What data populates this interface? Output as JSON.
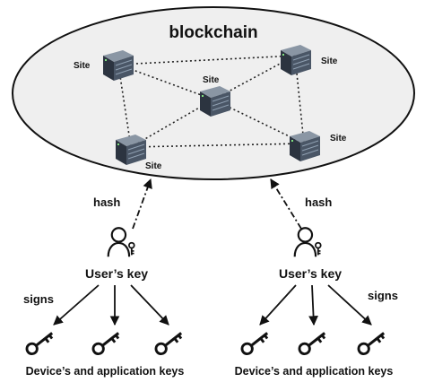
{
  "title": "blockchain",
  "nodes": [
    {
      "id": "n1",
      "label": "Site"
    },
    {
      "id": "n2",
      "label": "Site"
    },
    {
      "id": "n3",
      "label": "Site"
    },
    {
      "id": "n4",
      "label": "Site"
    },
    {
      "id": "n5",
      "label": "Site"
    }
  ],
  "edges": [
    {
      "from": "n1",
      "to": "n2",
      "style": "dotted"
    },
    {
      "from": "n1",
      "to": "n3",
      "style": "dotted"
    },
    {
      "from": "n1",
      "to": "n4",
      "style": "dotted"
    },
    {
      "from": "n2",
      "to": "n3",
      "style": "dotted"
    },
    {
      "from": "n2",
      "to": "n5",
      "style": "dotted"
    },
    {
      "from": "n3",
      "to": "n4",
      "style": "dotted"
    },
    {
      "from": "n3",
      "to": "n5",
      "style": "dotted"
    },
    {
      "from": "n4",
      "to": "n5",
      "style": "dotted"
    }
  ],
  "left_user": {
    "hash_label": "hash",
    "key_label": "User’s key",
    "signs_label": "signs",
    "bottom_label": "Device’s and application keys"
  },
  "right_user": {
    "hash_label": "hash",
    "key_label": "User’s key",
    "signs_label": "signs",
    "bottom_label": "Device’s and application keys"
  },
  "colors": {
    "ellipse_fill": "#efefef",
    "server_dark": "#2c3440",
    "server_light": "#5d6a7a",
    "line": "#111111"
  }
}
